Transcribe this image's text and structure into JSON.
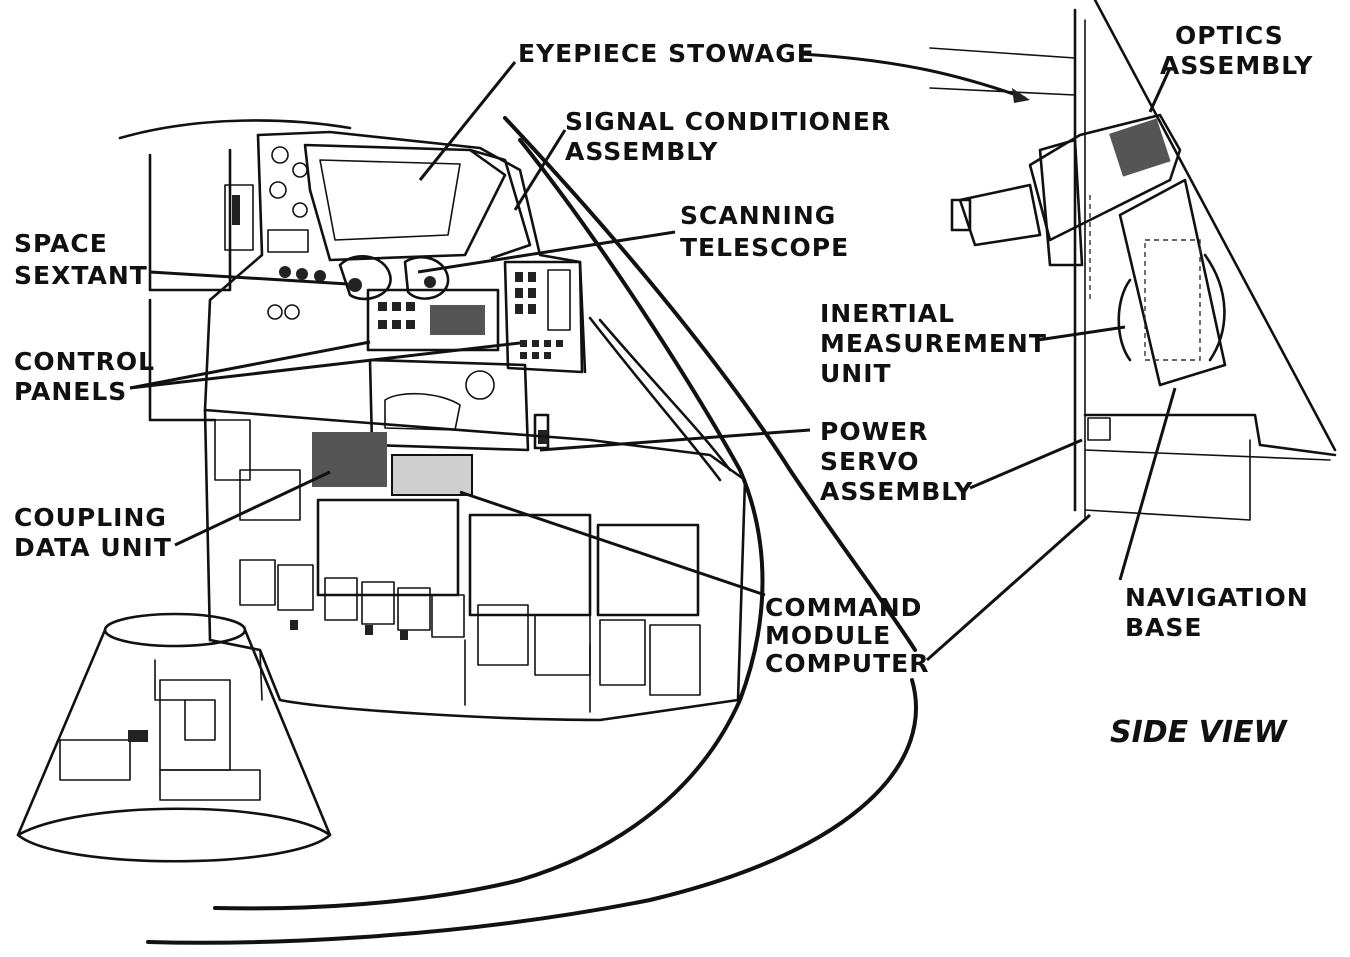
{
  "labels": {
    "eyepiece_stowage": "EYEPIECE STOWAGE",
    "signal_conditioner_1": "SIGNAL CONDITIONER",
    "signal_conditioner_2": "ASSEMBLY",
    "optics_1": "OPTICS",
    "optics_2": "ASSEMBLY",
    "scanning_1": "SCANNING",
    "scanning_2": "TELESCOPE",
    "space_sextant_1": "SPACE",
    "space_sextant_2": "SEXTANT",
    "imu_1": "INERTIAL",
    "imu_2": "MEASUREMENT",
    "imu_3": "UNIT",
    "control_panels_1": "CONTROL",
    "control_panels_2": "PANELS",
    "power_servo_1": "POWER",
    "power_servo_2": "SERVO",
    "power_servo_3": "ASSEMBLY",
    "coupling_1": "COUPLING",
    "coupling_2": "DATA UNIT",
    "cm_computer_1": "COMMAND",
    "cm_computer_2": "MODULE",
    "cm_computer_3": "COMPUTER",
    "nav_base_1": "NAVIGATION",
    "nav_base_2": "BASE"
  },
  "side_view_title": "SIDE VIEW"
}
